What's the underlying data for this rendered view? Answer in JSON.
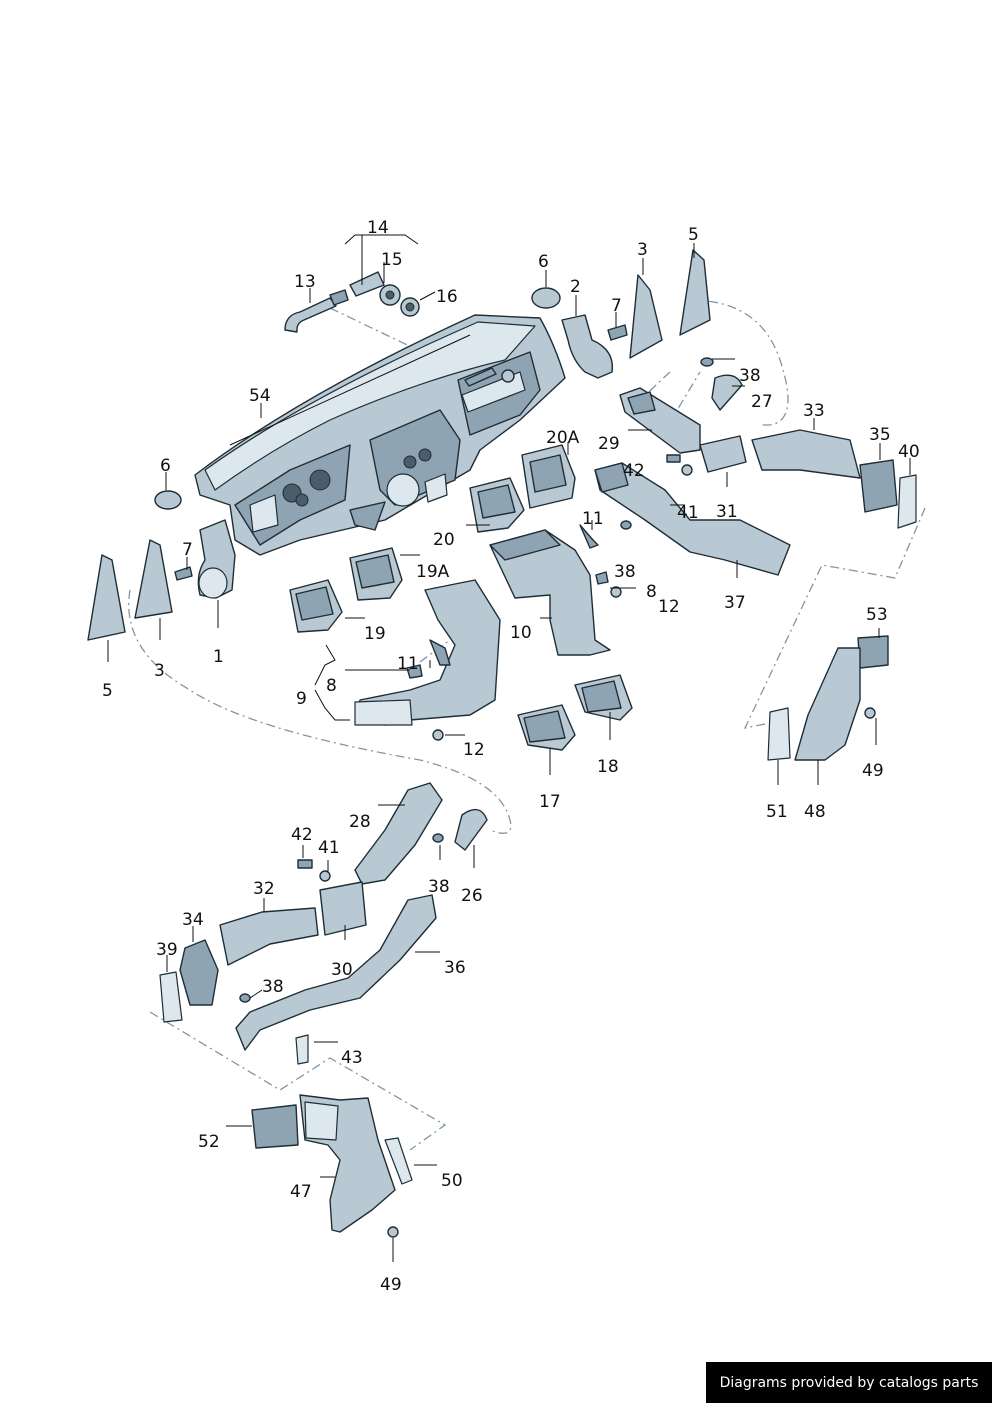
{
  "callouts": [
    "14",
    "15",
    "16",
    "13",
    "6",
    "2",
    "7",
    "3",
    "5",
    "38",
    "27",
    "54",
    "33",
    "35",
    "40",
    "29",
    "42",
    "20A",
    "6",
    "41",
    "31",
    "11",
    "38",
    "8",
    "12",
    "37",
    "20",
    "19A",
    "7",
    "5",
    "3",
    "1",
    "19",
    "11",
    "8",
    "9",
    "10",
    "53",
    "12",
    "18",
    "17",
    "49",
    "51",
    "48",
    "28",
    "42",
    "41",
    "26",
    "38",
    "32",
    "34",
    "36",
    "39",
    "30",
    "38",
    "43",
    "52",
    "47",
    "50",
    "49"
  ],
  "footer": {
    "credit": "Diagrams provided by catalogs parts"
  }
}
